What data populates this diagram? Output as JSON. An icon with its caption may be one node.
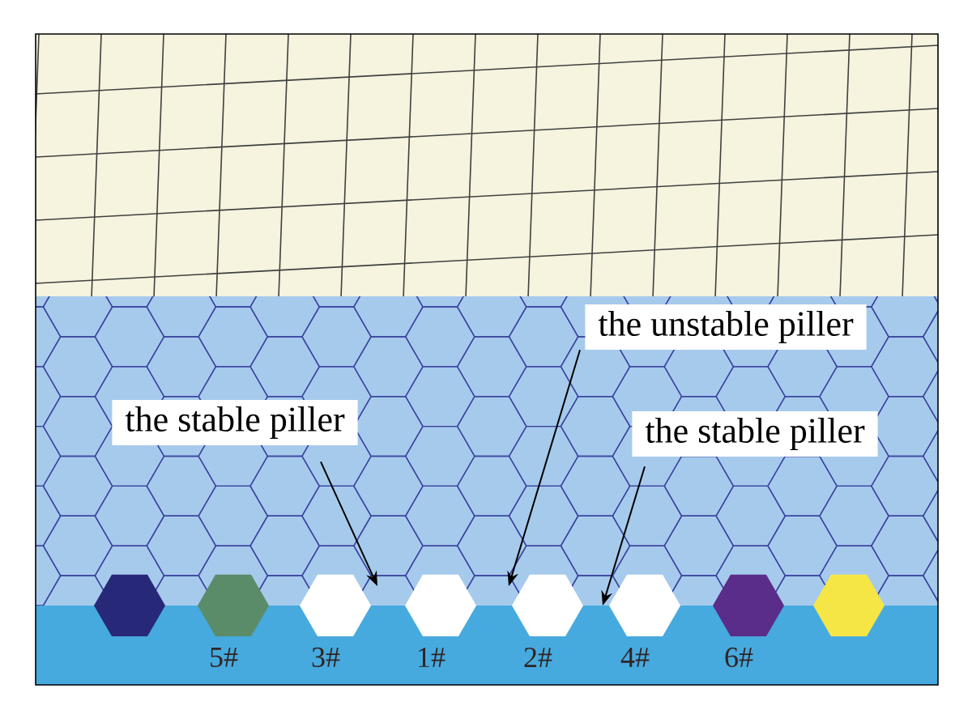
{
  "diagram": {
    "nodes": [
      {
        "text": [
          "the unstable piller"
        ]
      },
      {
        "text": [
          "the stable piller"
        ]
      },
      {
        "text": [
          "the stable piller"
        ]
      },
      {
        "text": [],
        "shape": "hexagon"
      },
      {
        "text": [],
        "shape": "hexagon",
        "beside": [
          "5#"
        ]
      },
      {
        "text": [],
        "shape": "hexagon",
        "beside": [
          "3#"
        ]
      },
      {
        "text": [],
        "shape": "hexagon",
        "beside": [
          "1#"
        ]
      },
      {
        "text": [],
        "shape": "hexagon",
        "beside": [
          "2#"
        ]
      },
      {
        "text": [],
        "shape": "hexagon",
        "beside": [
          "4#"
        ]
      },
      {
        "text": [],
        "shape": "hexagon",
        "beside": [
          "6#"
        ]
      },
      {
        "text": [],
        "shape": "hexagon"
      }
    ],
    "edges": [
      {
        "from": 1,
        "to": 5,
        "arrow": "to"
      },
      {
        "from": 0,
        "to": 7,
        "arrow": "to"
      },
      {
        "from": 2,
        "to": 8,
        "arrow": "to"
      }
    ]
  }
}
